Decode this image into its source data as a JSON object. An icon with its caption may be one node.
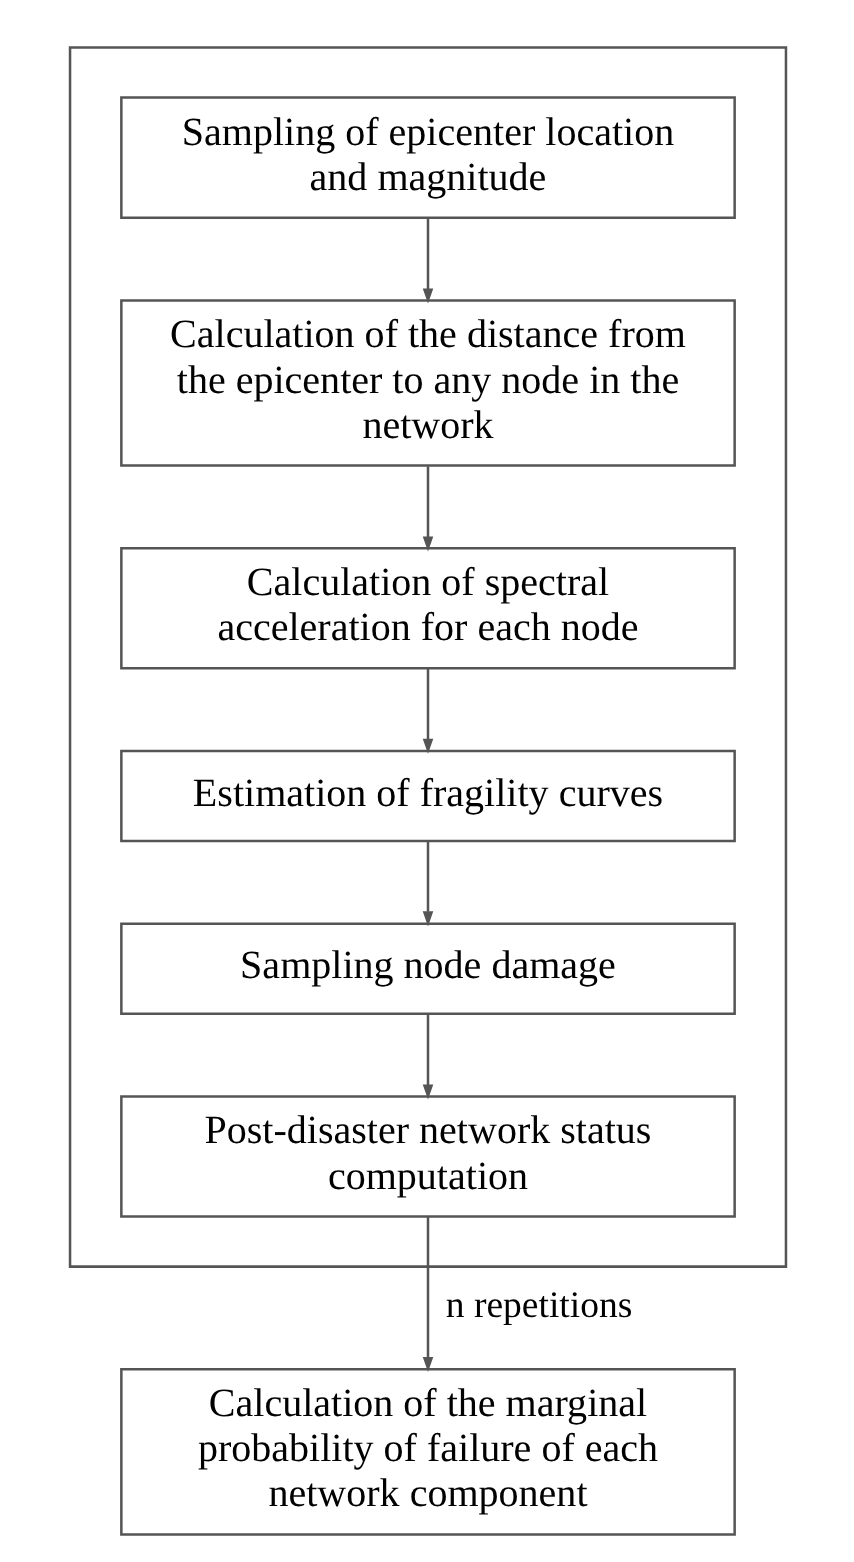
{
  "diagram": {
    "nodes": [
      {
        "text": [],
        "shape": "box"
      },
      {
        "text": [
          "Sampling of epicenter location and magnitude"
        ],
        "in": 0
      },
      {
        "text": [
          "Calculation of the distance from the epicenter to any node in the network"
        ],
        "in": 0
      },
      {
        "text": [
          "Calculation of spectral acceleration for each node"
        ],
        "in": 0
      },
      {
        "text": [
          "Estimation of fragility curves"
        ],
        "in": 0
      },
      {
        "text": [
          "Sampling node damage"
        ],
        "in": 0
      },
      {
        "text": [
          "Post-disaster network status computation"
        ],
        "in": 0
      },
      {
        "text": [
          "Calculation of the marginal probability of failure of each network component"
        ]
      }
    ],
    "edges": [
      {
        "from": 1,
        "to": 2,
        "arrow": "to"
      },
      {
        "from": 2,
        "to": 3,
        "arrow": "to"
      },
      {
        "from": 3,
        "to": 4,
        "arrow": "to"
      },
      {
        "from": 4,
        "to": 5,
        "arrow": "to"
      },
      {
        "from": 5,
        "to": 6,
        "arrow": "to"
      },
      {
        "from": 6,
        "to": 7,
        "arrow": "to",
        "label": "n repetitions"
      }
    ]
  }
}
